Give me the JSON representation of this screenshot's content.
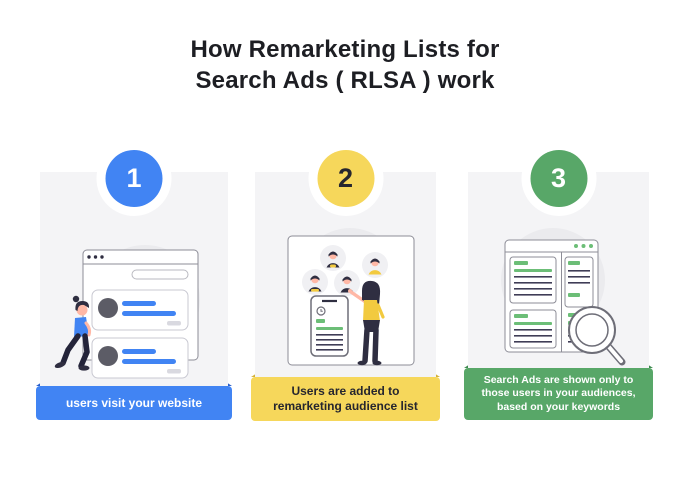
{
  "title": {
    "line1": "How Remarketing Lists for",
    "line2": "Search Ads ( RLSA ) work"
  },
  "steps": [
    {
      "number": "1",
      "number_color": "#ffffff",
      "accent": "#4184f3",
      "accent_dark": "#2a5fcc",
      "caption": "users visit your website",
      "caption_text_color": "#ffffff",
      "illustration": "person-walking-past-website-results"
    },
    {
      "number": "2",
      "number_color": "#26262e",
      "accent": "#f6d75b",
      "accent_dark": "#d4b23a",
      "caption": "Users are added to remarketing audience list",
      "caption_text_color": "#26262e",
      "illustration": "audience-avatars-added-to-phone-list"
    },
    {
      "number": "3",
      "number_color": "#ffffff",
      "accent": "#58a768",
      "accent_dark": "#3e8a50",
      "caption": "Search Ads are shown only to those users in your audiences, based on your keywords",
      "caption_text_color": "#ffffff",
      "illustration": "search-results-with-magnifier"
    }
  ],
  "palette": {
    "blue": "#4184f3",
    "yellow": "#f2ca3f",
    "green": "#6cbe77",
    "dark": "#2f2e41",
    "skin": "#ffb8a6",
    "blob": "#ebebee",
    "border": "#8d8d97",
    "gray_line": "#3f3d56",
    "chip_gray": "#d9d9e0"
  }
}
